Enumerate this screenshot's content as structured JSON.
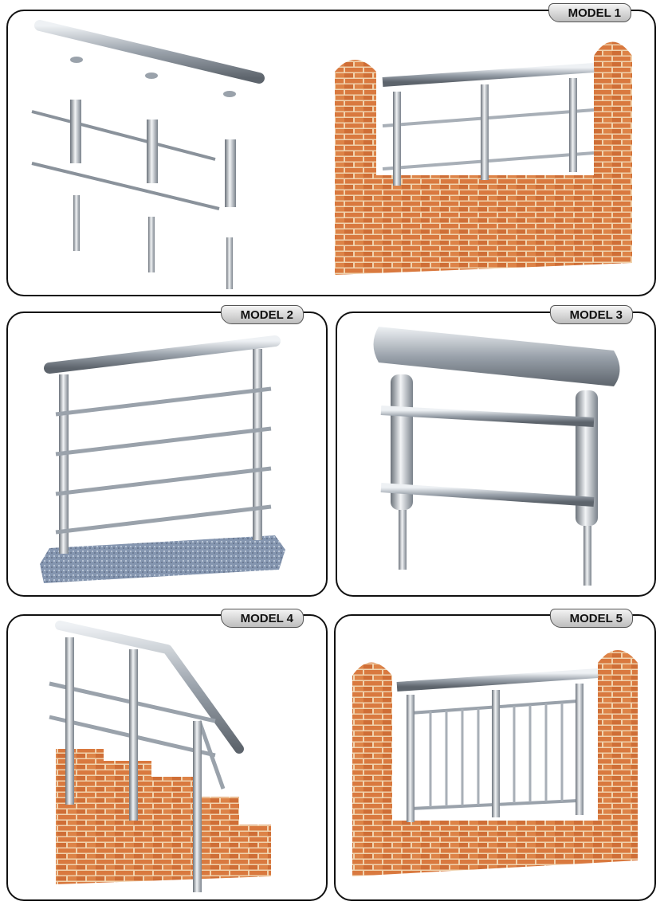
{
  "models": [
    {
      "label": "MODEL 1"
    },
    {
      "label": "MODEL 2"
    },
    {
      "label": "MODEL 3"
    },
    {
      "label": "MODEL 4"
    },
    {
      "label": "MODEL 5"
    }
  ],
  "colors": {
    "brick": "#d9793f",
    "mortar": "#f3d9b8",
    "steel": "#b8bec6",
    "granite": "#7e8fa8"
  }
}
